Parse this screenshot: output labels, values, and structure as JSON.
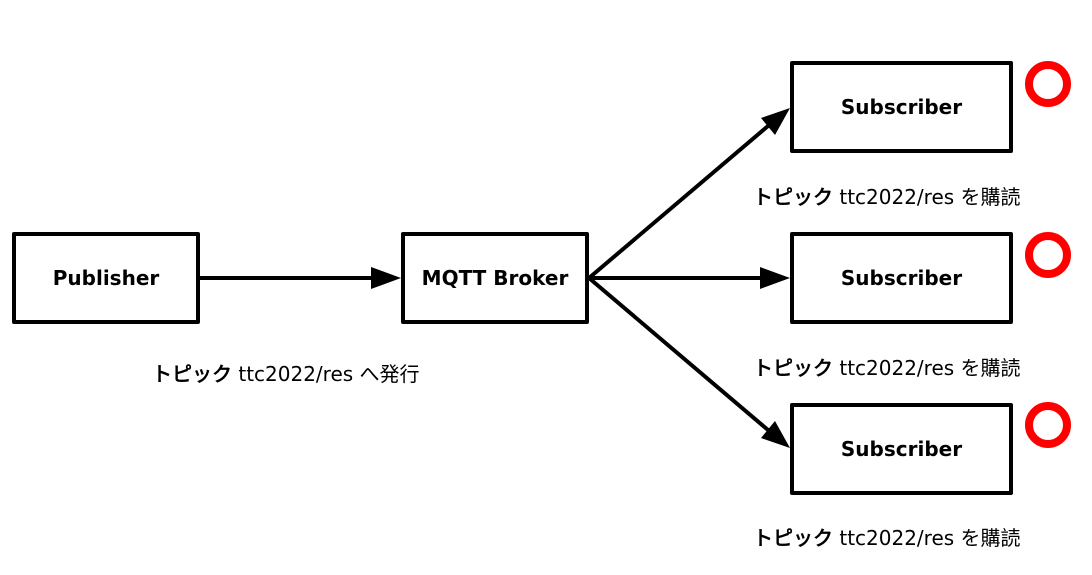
{
  "diagram": {
    "nodes": {
      "publisher": "Publisher",
      "broker": "MQTT Broker",
      "subscribers": [
        "Subscriber",
        "Subscriber",
        "Subscriber"
      ]
    },
    "captions": {
      "publish": {
        "keyword": "トピック",
        "rest": " ttc2022/res へ発行"
      },
      "subscribe": [
        {
          "keyword": "トピック",
          "rest": " ttc2022/res を購読"
        },
        {
          "keyword": "トピック",
          "rest": " ttc2022/res を購読"
        },
        {
          "keyword": "トピック",
          "rest": " ttc2022/res を購読"
        }
      ]
    },
    "status_marks": [
      "success-circle",
      "success-circle",
      "success-circle"
    ],
    "colors": {
      "line": "#000000",
      "mark": "#ff0000",
      "background": "#ffffff"
    },
    "edges": [
      {
        "from": "Publisher",
        "to": "MQTT Broker"
      },
      {
        "from": "MQTT Broker",
        "to": "Subscriber 1"
      },
      {
        "from": "MQTT Broker",
        "to": "Subscriber 2"
      },
      {
        "from": "MQTT Broker",
        "to": "Subscriber 3"
      }
    ]
  }
}
